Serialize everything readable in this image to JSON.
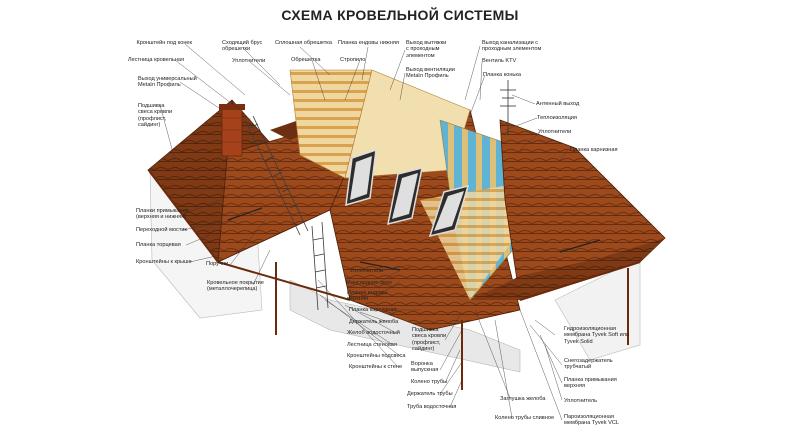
{
  "title": "СХЕМА КРОВЕЛЬНОЙ СИСТЕМЫ",
  "colors": {
    "roof_main": "#9c4a1c",
    "roof_dark": "#6e2f10",
    "wood": "#e1b15e",
    "insulation": "#63b7d6",
    "wall": "#f4f4f4",
    "leader": "#333333"
  },
  "labels": {
    "kronshtein_konek": "Кронштейн под конек",
    "lestnica_krov": "Лестница кровельная",
    "vyhod_univ": "Выход универсальный\nMetalл Профиль",
    "podshivka_sves_top": "Подшивка\nсвеса кровли\n(профлист,\nсайдинг)",
    "shodyashchiy_brus": "Сходящий брус\nобрешетки",
    "uplotniteli_top": "Уплотнители",
    "sploshnaya": "Сплошная обрешетка",
    "obreshetka": "Обрешетка",
    "planka_endovy_nizh": "Планка ендовы нижняя",
    "stropilo": "Стропило",
    "vyhod_vytyazhki": "Выход вытяжки\nс проходным\nэлементом",
    "vyhod_ventilyacii": "Выход вентиляции\nMetalл Профиль",
    "vyhod_kanalizacii": "Выход канализации с\nпроходным элементом",
    "ventil_ktv": "Вентиль KTV",
    "planka_konka": "Планка конька",
    "antennyy_vyhod": "Антенный выход",
    "teploizolyaciya": "Теплоизоляция",
    "uplotniteli_r": "Уплотнители",
    "planka_karniznaya_r": "Планка карнизная",
    "planki_primykaniya_left": "Планки примыкания\n(верхняя и нижняя)",
    "perehodnoy_mostik": "Переходной мостик",
    "planka_torcevaya": "Планка торцевая",
    "kronshteyny_krysha": "Кронштейны к крыше",
    "poruchni": "Поручни",
    "krovelnoe_pokrytie": "Кровельное покрытие\n(металлочерепица)",
    "uplotnitel_c": "Уплотнитель",
    "mansardnoe_okno": "Мансардное окно",
    "planka_endovy_verh": "Планка ендовы\nверхняя",
    "planka_karniznaya_c": "Планка карнизная",
    "derzhatel_zheloba": "Держатель желоба",
    "zhelob": "Желоб водосточный",
    "lestnica_stenovaya": "Лестница стеновая",
    "kronshteyny_podsves": "Кронштейны подсвеса",
    "kronshteyny_stene": "Кронштейны к стене",
    "podshivka_sves_c": "Подшивка\nсвеса кровли\n(профлист,\nсайдинг)",
    "voronka": "Воронка\nвыпускная",
    "koleno_truby": "Колено трубы",
    "derzhatel_truby": "Держатель трубы",
    "truba_vodostochnaya": "Труба водосточная",
    "zaglushka": "Заглушка желоба",
    "koleno_sliv": "Колено трубы сливное",
    "gidroizolyaciya": "Гидроизоляционная\nмембрана Tyvek Soft или\nTyvek Solid",
    "snegozaderzhatel": "Снегозадержатель\nтрубчатый",
    "planka_primykaniya_verh": "Планка примыкания\nверхняя",
    "uplotnitel_r": "Уплотнитель",
    "paroizolyaciya": "Пароизоляционная\nмембрана Tyvek VCL"
  }
}
